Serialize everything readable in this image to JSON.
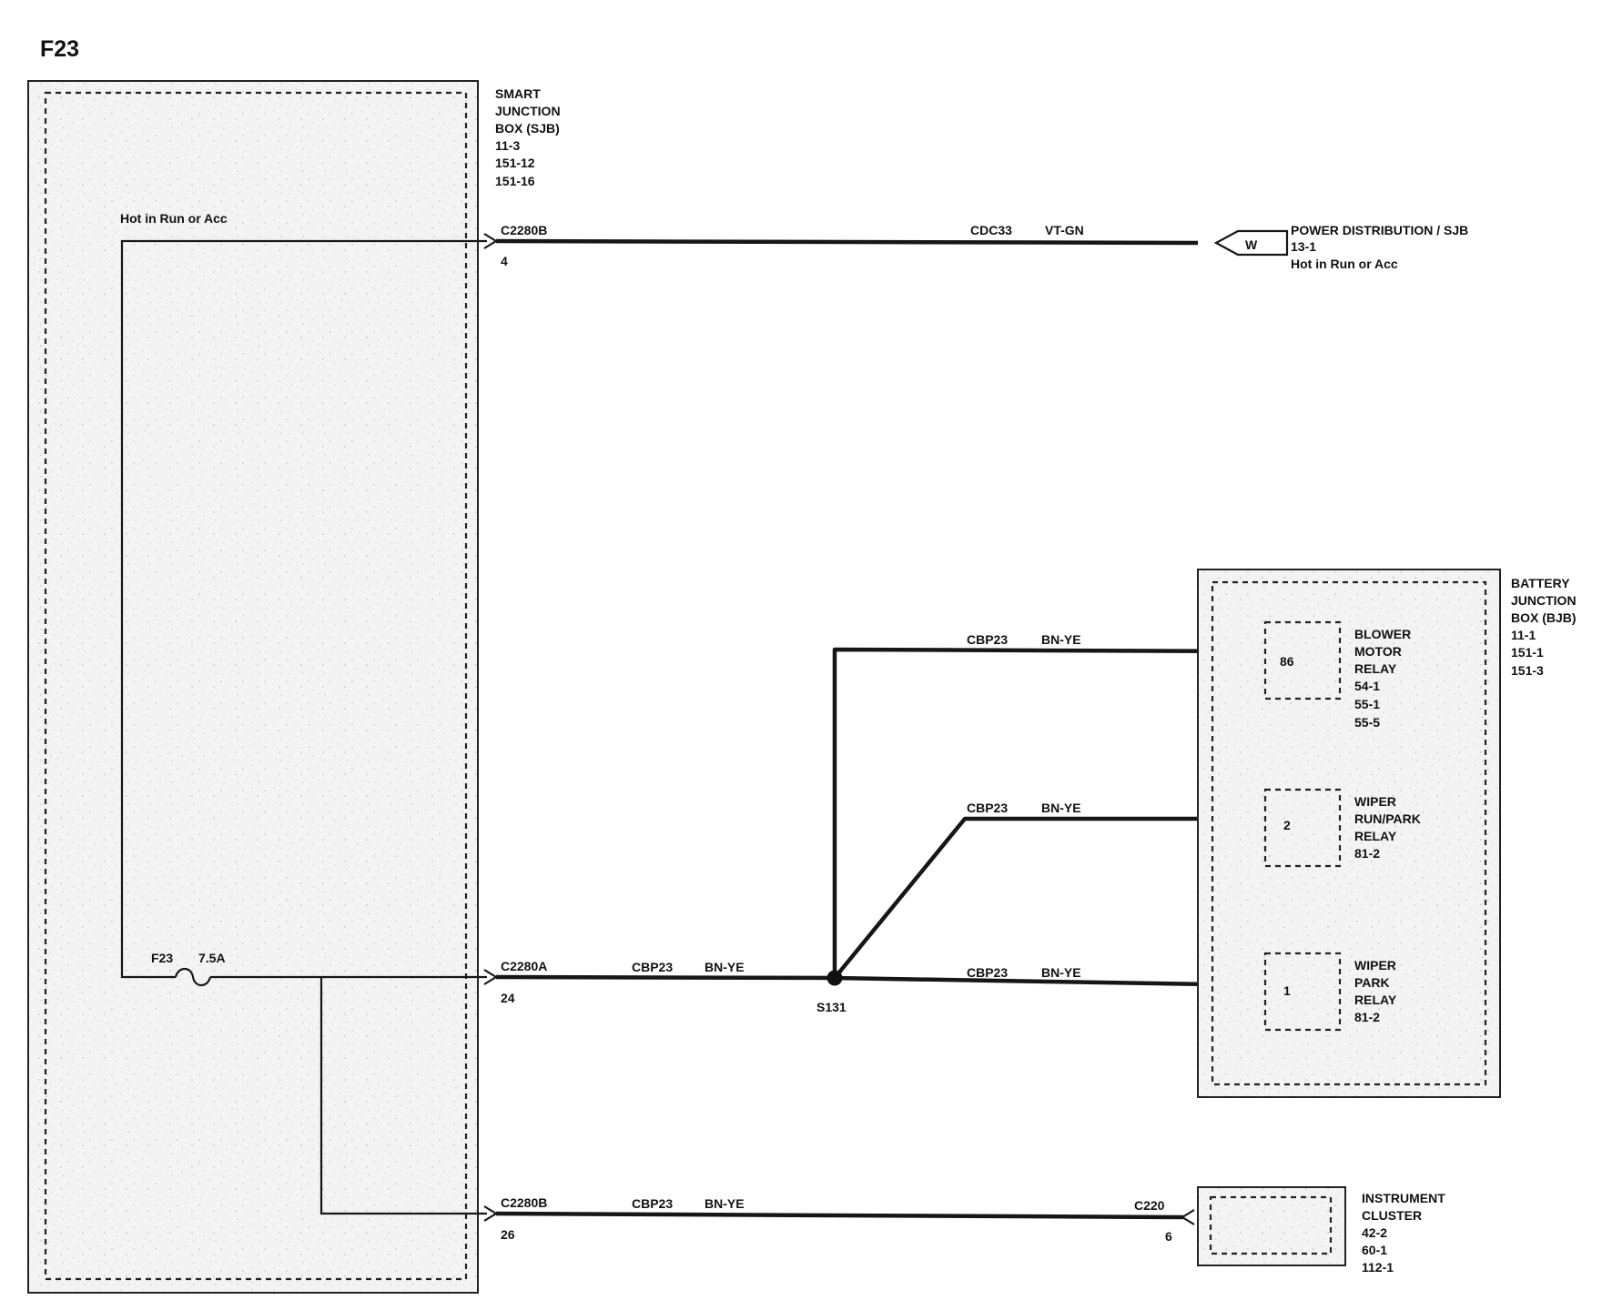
{
  "page_title": "F23",
  "components": {
    "sjb": {
      "lines": [
        "SMART",
        "JUNCTION",
        "BOX (SJB)",
        "11-3",
        "151-12",
        "151-16"
      ]
    },
    "bjb": {
      "lines": [
        "BATTERY",
        "JUNCTION",
        "BOX (BJB)",
        "11-1",
        "151-1",
        "151-3"
      ]
    },
    "power_distribution": {
      "connector_letter": "W",
      "lines": [
        "POWER DISTRIBUTION / SJB",
        "13-1",
        "Hot in Run or Acc"
      ]
    },
    "instrument_cluster": {
      "lines": [
        "INSTRUMENT",
        "CLUSTER",
        "42-2",
        "60-1",
        "112-1"
      ]
    }
  },
  "sjb_internal": {
    "feed_label": "Hot in Run or Acc",
    "fuse_name": "F23",
    "fuse_rating": "7.5A"
  },
  "relays": [
    {
      "pin": "86",
      "lines": [
        "BLOWER",
        "MOTOR",
        "RELAY",
        "54-1",
        "55-1",
        "55-5"
      ]
    },
    {
      "pin": "2",
      "lines": [
        "WIPER",
        "RUN/PARK",
        "RELAY",
        "81-2"
      ]
    },
    {
      "pin": "1",
      "lines": [
        "WIPER",
        "PARK",
        "RELAY",
        "81-2"
      ]
    }
  ],
  "connectors": {
    "sjb_top": {
      "name": "C2280B",
      "pin": "4"
    },
    "sjb_mid": {
      "name": "C2280A",
      "pin": "24"
    },
    "sjb_bottom": {
      "name": "C2280B",
      "pin": "26"
    },
    "cluster": {
      "name": "C220",
      "pin": "6"
    }
  },
  "splice": "S131",
  "wires": [
    {
      "circuit": "CDC33",
      "color": "VT-GN"
    },
    {
      "circuit": "CBP23",
      "color": "BN-YE"
    },
    {
      "circuit": "CBP23",
      "color": "BN-YE"
    },
    {
      "circuit": "CBP23",
      "color": "BN-YE"
    },
    {
      "circuit": "CBP23",
      "color": "BN-YE"
    },
    {
      "circuit": "CBP23",
      "color": "BN-YE"
    }
  ]
}
